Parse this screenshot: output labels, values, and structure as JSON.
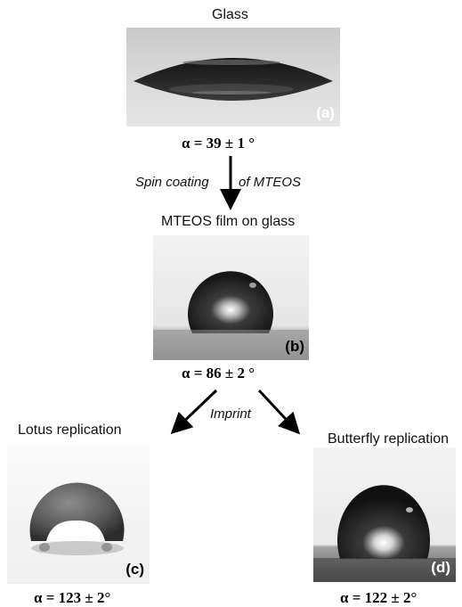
{
  "panels": {
    "a": {
      "title": "Glass",
      "tag": "(a)",
      "angle": "α = 39 ± 1 °"
    },
    "b": {
      "title": "MTEOS film on glass",
      "tag": "(b)",
      "angle": "α = 86 ± 2 °"
    },
    "c": {
      "title": "Lotus replication",
      "tag": "(c)",
      "angle": "α = 123 ± 2°"
    },
    "d": {
      "title": "Butterfly replication",
      "tag": "(d)",
      "angle": "α = 122 ± 2°"
    }
  },
  "steps": {
    "spin_left": "Spin coating",
    "spin_right": "of MTEOS",
    "imprint": "Imprint"
  },
  "colors": {
    "arrow": "#000000",
    "tag_light": "#ffffff",
    "tag_dark": "#000000"
  }
}
